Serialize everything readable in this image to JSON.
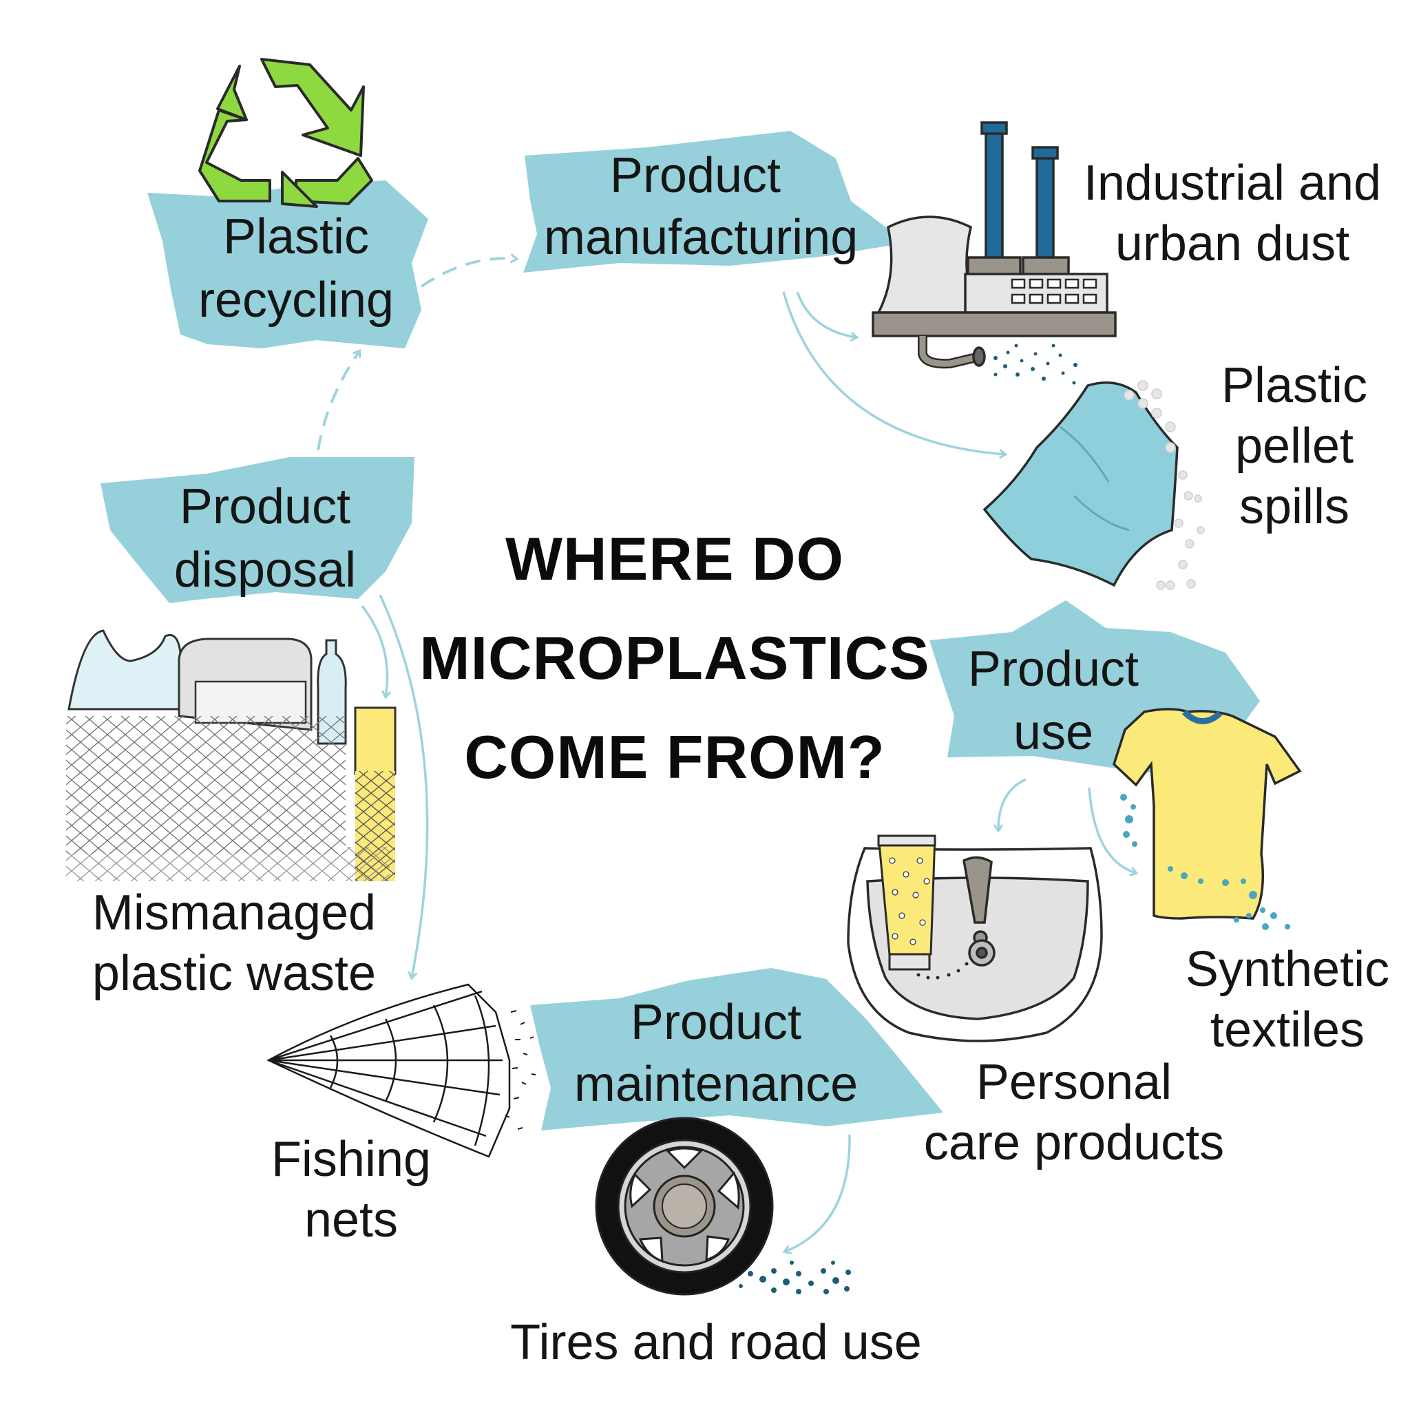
{
  "title": {
    "line1": "WHERE DO",
    "line2": "MICROPLASTICS",
    "line3": "COME FROM?"
  },
  "stages": {
    "recycling": {
      "line1": "Plastic",
      "line2": "recycling"
    },
    "manufacturing": {
      "line1": "Product",
      "line2": "manufacturing"
    },
    "use": {
      "line1": "Product",
      "line2": "use"
    },
    "maintenance": {
      "line1": "Product",
      "line2": "maintenance"
    },
    "disposal": {
      "line1": "Product",
      "line2": "disposal"
    }
  },
  "sources": {
    "industrial": {
      "line1": "Industrial and",
      "line2": "urban dust"
    },
    "pellets": {
      "line1": "Plastic",
      "line2": "pellet",
      "line3": "spills"
    },
    "textiles": {
      "line1": "Synthetic",
      "line2": "textiles"
    },
    "personal_care": {
      "line1": "Personal",
      "line2": "care products"
    },
    "tires": {
      "line1": "Tires and  road use"
    },
    "fishing": {
      "line1": "Fishing",
      "line2": "nets"
    },
    "mismanaged": {
      "line1": "Mismanaged",
      "line2": "plastic waste"
    }
  },
  "colors": {
    "blob": "#96d0da",
    "arrow": "#9ed3de",
    "recycle": "#8ed93f",
    "chimney": "#1f6a98",
    "shirt": "#fbe97a",
    "shirt_collar": "#2a6fa0",
    "pillow": "#8fcfdc",
    "factory_gray": "#9a948a",
    "tire": "#111111",
    "rim": "#a6a6a6"
  },
  "icons": [
    "recycle-icon",
    "factory-icon",
    "pellet-bag-icon",
    "t-shirt-icon",
    "sink-icon",
    "lotion-tube-icon",
    "tire-icon",
    "fishing-net-icon",
    "plastic-waste-icon"
  ]
}
